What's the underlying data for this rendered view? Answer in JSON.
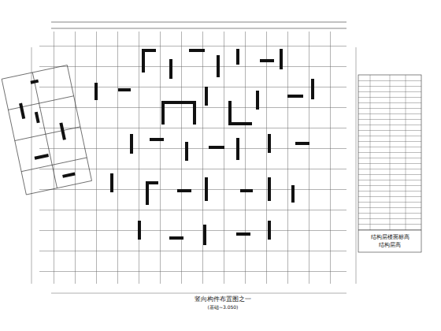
{
  "diagram": {
    "title": "竖向构件布置图之一",
    "labels": [
      "(基础~3.050)",
      "结构层楼面标高",
      "结构层高"
    ]
  }
}
